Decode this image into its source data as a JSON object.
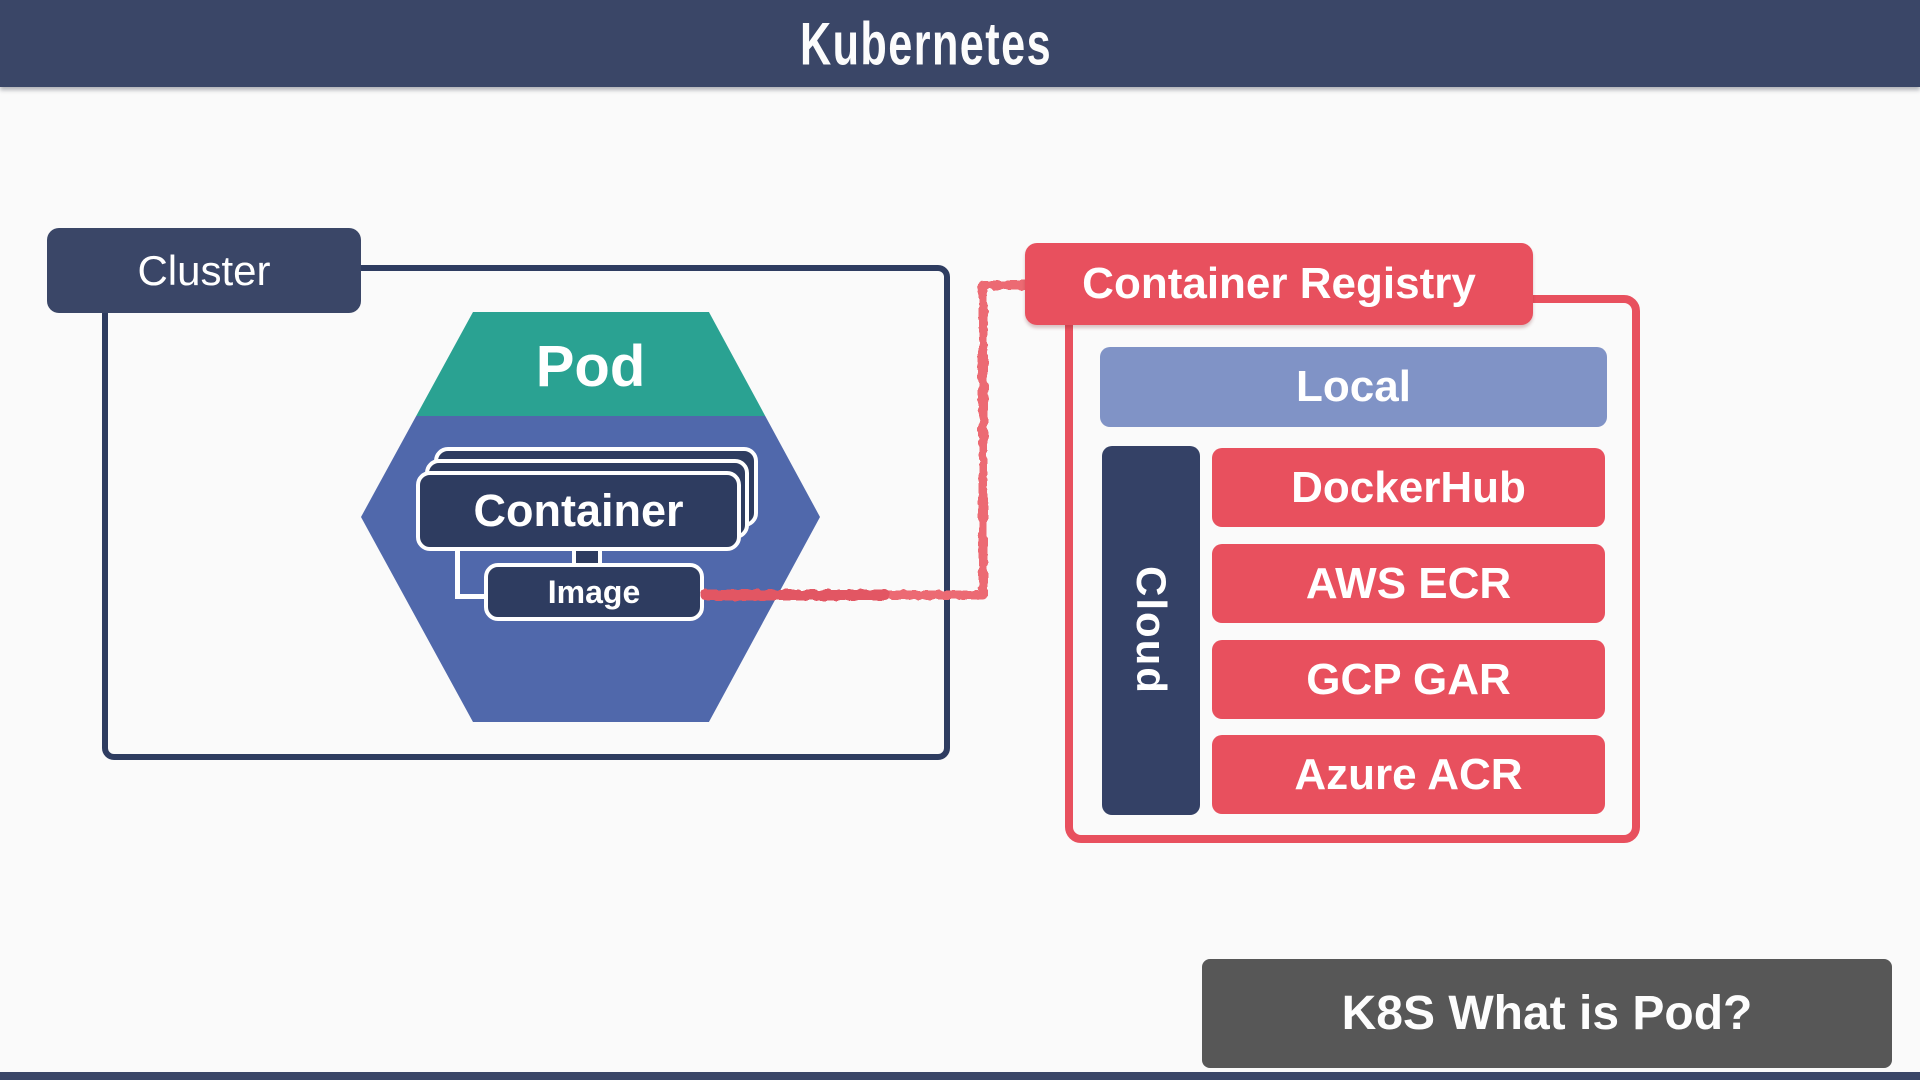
{
  "header": {
    "title": "Kubernetes",
    "bg_color": "#3a4667"
  },
  "cluster": {
    "label": "Cluster",
    "border_color": "#2e3c60"
  },
  "pod": {
    "title": "Pod",
    "container_label": "Container",
    "image_label": "Image",
    "hex_top_color": "#2aa292",
    "hex_body_color": "#5068ab",
    "card_color": "#2e3c60"
  },
  "registry": {
    "title": "Container Registry",
    "local_label": "Local",
    "cloud_label": "Cloud",
    "rows": [
      {
        "label": "DockerHub"
      },
      {
        "label": "AWS ECR"
      },
      {
        "label": "GCP GAR"
      },
      {
        "label": "Azure ACR"
      }
    ],
    "accent_color": "#e8505e",
    "local_color": "#8093c6",
    "cloud_color": "#344166"
  },
  "connector": {
    "from": "Image",
    "to": "Container Registry",
    "color": "#ec6b73"
  },
  "caption": {
    "text": "K8S What is Pod?",
    "bg_color": "#575757"
  }
}
